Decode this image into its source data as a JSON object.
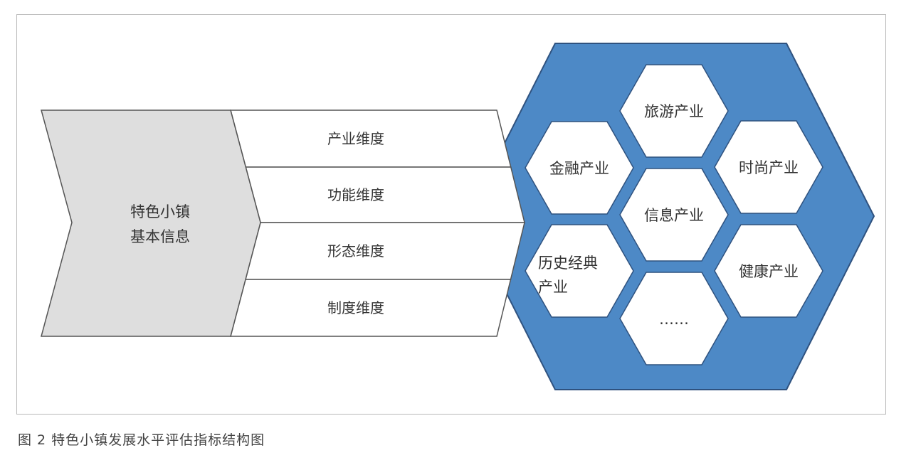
{
  "diagram": {
    "source": {
      "lines": [
        "特色小镇",
        "基本信息"
      ]
    },
    "dimensions": [
      "产业维度",
      "功能维度",
      "形态维度",
      "制度维度"
    ],
    "industries": [
      {
        "lines": [
          "旅游产业"
        ]
      },
      {
        "lines": [
          "金融产业"
        ]
      },
      {
        "lines": [
          "时尚产业"
        ]
      },
      {
        "lines": [
          "信息产业"
        ]
      },
      {
        "lines": [
          "历史经典",
          "产业"
        ]
      },
      {
        "lines": [
          "健康产业"
        ]
      },
      {
        "lines": [
          "……"
        ]
      }
    ],
    "colors": {
      "outer_hex": "#4d89c6",
      "outer_border": "#2f527f",
      "chevron": "#dedede"
    }
  },
  "caption": "图 2  特色小镇发展水平评估指标结构图"
}
